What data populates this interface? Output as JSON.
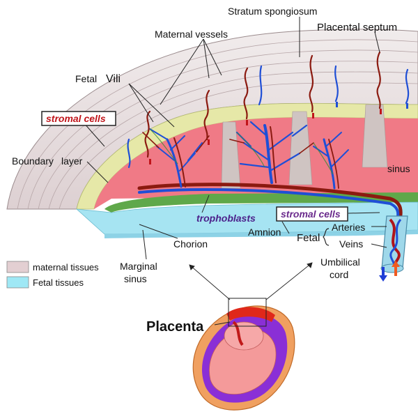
{
  "labels": {
    "stratum_spongiosum": "Stratum spongiosum",
    "maternal_vessels": "Maternal vessels",
    "placental_septum": "Placental septum",
    "fetal": "Fetal",
    "vili": "Vili",
    "stromal_cells_top": "stromal cells",
    "boundary_layer_1": "Boundary",
    "boundary_layer_2": "layer",
    "sinus": "sinus",
    "trophoblasts": "trophoblasts",
    "stromal_cells_bottom": "stromal cells",
    "amnion": "Amnion",
    "chorion": "Chorion",
    "fetal_vessels": "Fetal",
    "arteries": "Arteries",
    "veins": "Veins",
    "umbilical": "Umbilical",
    "cord": "cord",
    "marginal": "Marginal",
    "marginal_sinus": "sinus",
    "placenta": "Placenta"
  },
  "legend": [
    {
      "label": "maternal tissues",
      "color": "#e3cfd2"
    },
    {
      "label": "Fetal tissues",
      "color": "#9fe8f5"
    }
  ],
  "colors": {
    "artery_red": "#8b1a10",
    "vein_blue": "#1f4fd6",
    "maternal_pink": "#f07a86",
    "amnion_blue": "#a6e4f2",
    "stromal_purple": "#6a2a8c",
    "stromal_red": "#c0141a",
    "uterus_outer": "#f0a060",
    "uterus_purple": "#8a2fd6",
    "fetus_pink": "#f49a9a"
  }
}
